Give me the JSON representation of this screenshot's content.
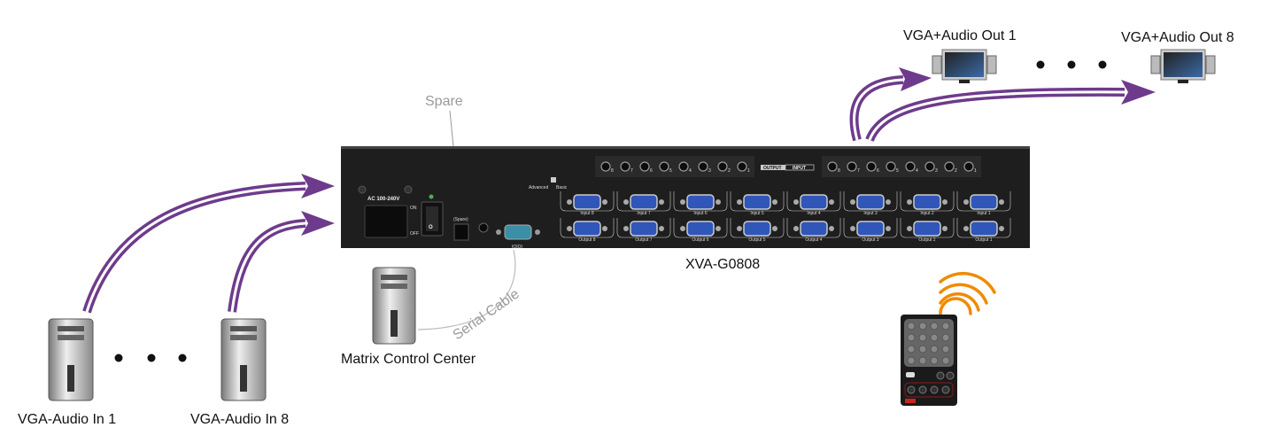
{
  "labels": {
    "input_1": "VGA-Audio In 1",
    "input_8": "VGA-Audio In 8",
    "output_1": "VGA+Audio Out 1",
    "output_8": "VGA+Audio Out 8",
    "spare": "Spare",
    "serial_cable": "Serial Cable",
    "device_model": "XVA-G0808",
    "control_center": "Matrix Control Center"
  },
  "panel": {
    "power_rating": "AC 100-240V",
    "switch_on": "ON",
    "switch_off": "OFF",
    "spare_port": "(Spare)",
    "serial_port_symbol": "IOIOI",
    "mode_advanced": "Advanced",
    "mode_basic": "Basic",
    "audio_output": "OUTPUT",
    "audio_input": "INPUT",
    "audio_output_jacks": [
      "8",
      "7",
      "6",
      "5",
      "4",
      "3",
      "2",
      "1"
    ],
    "audio_input_jacks": [
      "8",
      "7",
      "6",
      "5",
      "4",
      "3",
      "2",
      "1"
    ],
    "vga_inputs": [
      "Input 8",
      "Input 7",
      "Input 6",
      "Input 5",
      "Input 4",
      "Input 3",
      "Input 2",
      "Input 1"
    ],
    "vga_outputs": [
      "Output 8",
      "Output 7",
      "Output 6",
      "Output 5",
      "Output 4",
      "Output 3",
      "Output 2",
      "Output 1"
    ]
  },
  "colors": {
    "arrow": "#6e3b8c",
    "ir_waves": "#f08a00",
    "panel": "#1e1e1e",
    "vga_port": "#2f56b8",
    "serial_port": "#3a8fa6"
  }
}
